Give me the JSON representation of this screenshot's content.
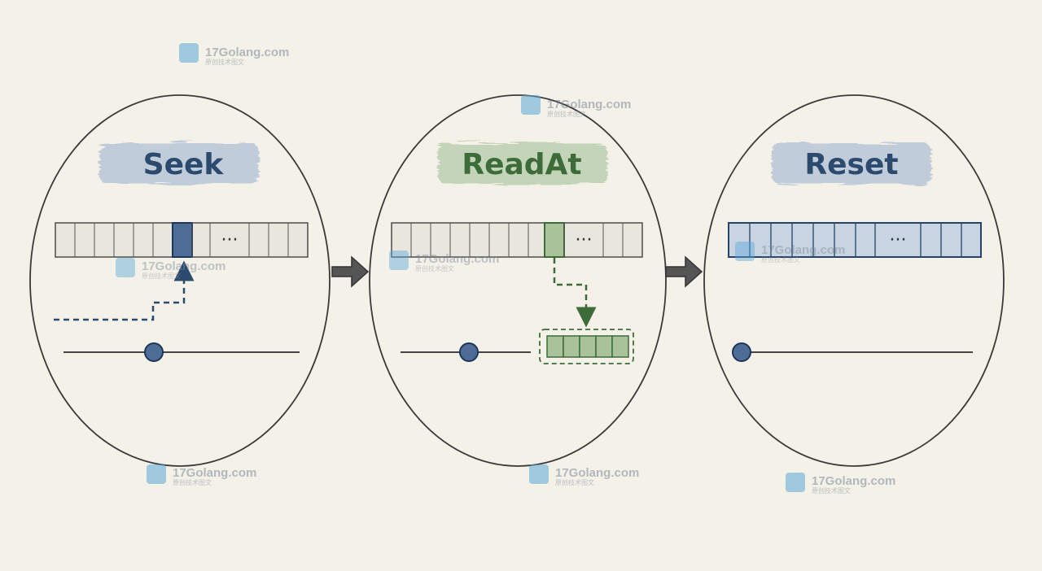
{
  "colors": {
    "background": "#f4f1e8",
    "ink": "#3a3a3a",
    "navy": "#2c4a6e",
    "navy_light": "#c9d4e3",
    "green": "#3d6b3a",
    "green_light": "#cfdcc6",
    "seek_highlight": "#b9c6d8",
    "readat_highlight": "#bcd0b0",
    "reset_highlight": "#b9c6d8",
    "watermark": "#5aa9d6"
  },
  "panels": [
    {
      "title": "Seek",
      "title_color": "#2c4a6e",
      "ellipsis": "···"
    },
    {
      "title": "ReadAt",
      "title_color": "#3d6b3a",
      "ellipsis": "···"
    },
    {
      "title": "Reset",
      "title_color": "#2c4a6e",
      "ellipsis": "···"
    }
  ],
  "arrows": [
    {
      "name": "seek-to-readat-arrow-icon"
    },
    {
      "name": "readat-to-reset-arrow-icon"
    }
  ],
  "watermarks": [
    {
      "text": "17Golang.com",
      "subtitle": "原创技术图文"
    },
    {
      "text": "17Golang.com",
      "subtitle": "原创技术图文"
    },
    {
      "text": "17Golang.com",
      "subtitle": "原创技术图文"
    },
    {
      "text": "17Golang.com",
      "subtitle": "原创技术图文"
    },
    {
      "text": "17Golang.com",
      "subtitle": "原创技术图文"
    },
    {
      "text": "17Golang.com",
      "subtitle": "原创技术图文"
    },
    {
      "text": "17Golang.com",
      "subtitle": "原创技术图文"
    }
  ]
}
